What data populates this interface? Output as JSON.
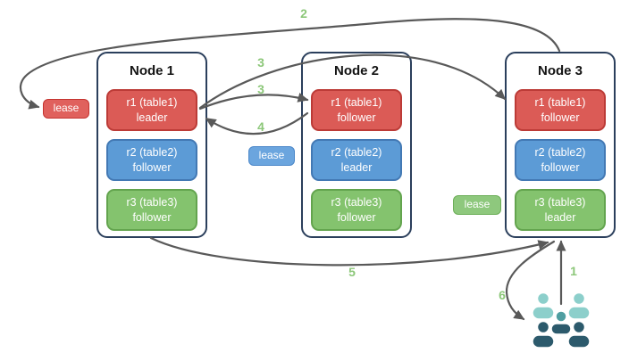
{
  "nodes": [
    {
      "title": "Node 1",
      "replicas": [
        {
          "range": "r1 (table1)",
          "role": "leader",
          "color": "#DB5B56"
        },
        {
          "range": "r2 (table2)",
          "role": "follower",
          "color": "#5C9BD6"
        },
        {
          "range": "r3 (table3)",
          "role": "follower",
          "color": "#84C36E"
        }
      ]
    },
    {
      "title": "Node 2",
      "replicas": [
        {
          "range": "r1 (table1)",
          "role": "follower",
          "color": "#DB5B56"
        },
        {
          "range": "r2 (table2)",
          "role": "leader",
          "color": "#5C9BD6"
        },
        {
          "range": "r3 (table3)",
          "role": "follower",
          "color": "#84C36E"
        }
      ]
    },
    {
      "title": "Node 3",
      "replicas": [
        {
          "range": "r1 (table1)",
          "role": "follower",
          "color": "#DB5B56"
        },
        {
          "range": "r2 (table2)",
          "role": "follower",
          "color": "#5C9BD6"
        },
        {
          "range": "r3 (table3)",
          "role": "leader",
          "color": "#84C36E"
        }
      ]
    }
  ],
  "leases": [
    {
      "label": "lease",
      "color": "#E0615D",
      "attached_to": "node1-r1"
    },
    {
      "label": "lease",
      "color": "#6BA5DE",
      "attached_to": "node2-r2"
    },
    {
      "label": "lease",
      "color": "#8EC87D",
      "attached_to": "node3-r3"
    }
  ],
  "arrows": [
    {
      "label": "1",
      "from": "clients",
      "to": "node3"
    },
    {
      "label": "2",
      "from": "node3-r1",
      "to": "lease-red"
    },
    {
      "label": "3",
      "from": "node1-r1-leader",
      "to": "node2-r1-follower"
    },
    {
      "label": "3",
      "from": "node1-r1-leader",
      "to": "node3-r1-follower"
    },
    {
      "label": "4",
      "from": "node2-r1-follower",
      "to": "node1-r1-leader"
    },
    {
      "label": "5",
      "from": "node1",
      "to": "node3"
    },
    {
      "label": "6",
      "from": "node3",
      "to": "clients"
    }
  ],
  "colors": {
    "node_border": "#2B3F5C",
    "arrow": "#595959",
    "step_label": "#8CC779",
    "clients_light": "#8CCFCB",
    "clients_medium": "#4F9EA1",
    "clients_dark": "#2C5A6C"
  },
  "icons": {
    "clients": "users-group-icon"
  }
}
